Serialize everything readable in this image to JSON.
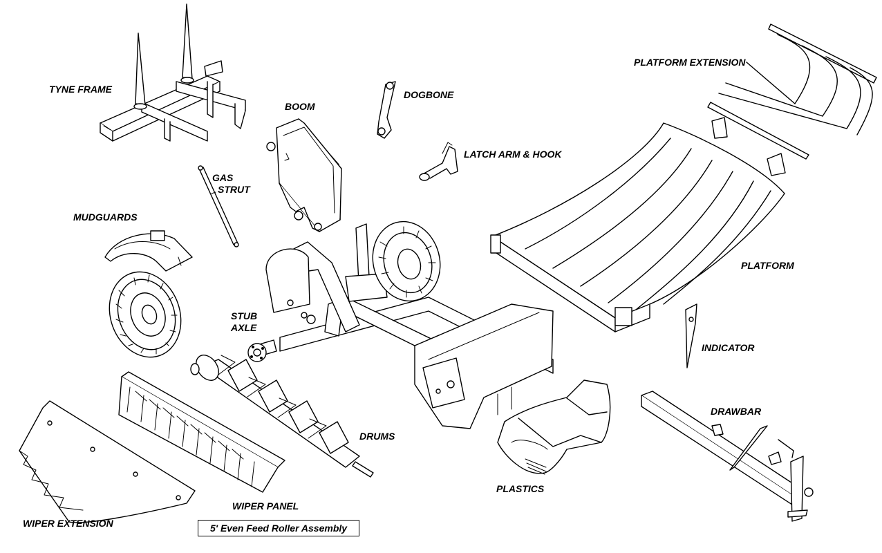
{
  "caption": "5' Even Feed Roller Assembly",
  "labels": {
    "tyne_frame": "TYNE FRAME",
    "boom": "BOOM",
    "dogbone": "DOGBONE",
    "platform_extension": "PLATFORM EXTENSION",
    "latch_arm_hook": "LATCH ARM & HOOK",
    "gas_strut_line1": "GAS",
    "gas_strut_line2": "STRUT",
    "mudguards": "MUDGUARDS",
    "platform": "PLATFORM",
    "stub_axle_line1": "STUB",
    "stub_axle_line2": "AXLE",
    "indicator": "INDICATOR",
    "drawbar": "DRAWBAR",
    "drums": "DRUMS",
    "plastics": "PLASTICS",
    "wiper_panel": "WIPER PANEL",
    "wiper_extension": "WIPER EXTENSION"
  },
  "colors": {
    "line": "#000000",
    "background": "#ffffff"
  }
}
